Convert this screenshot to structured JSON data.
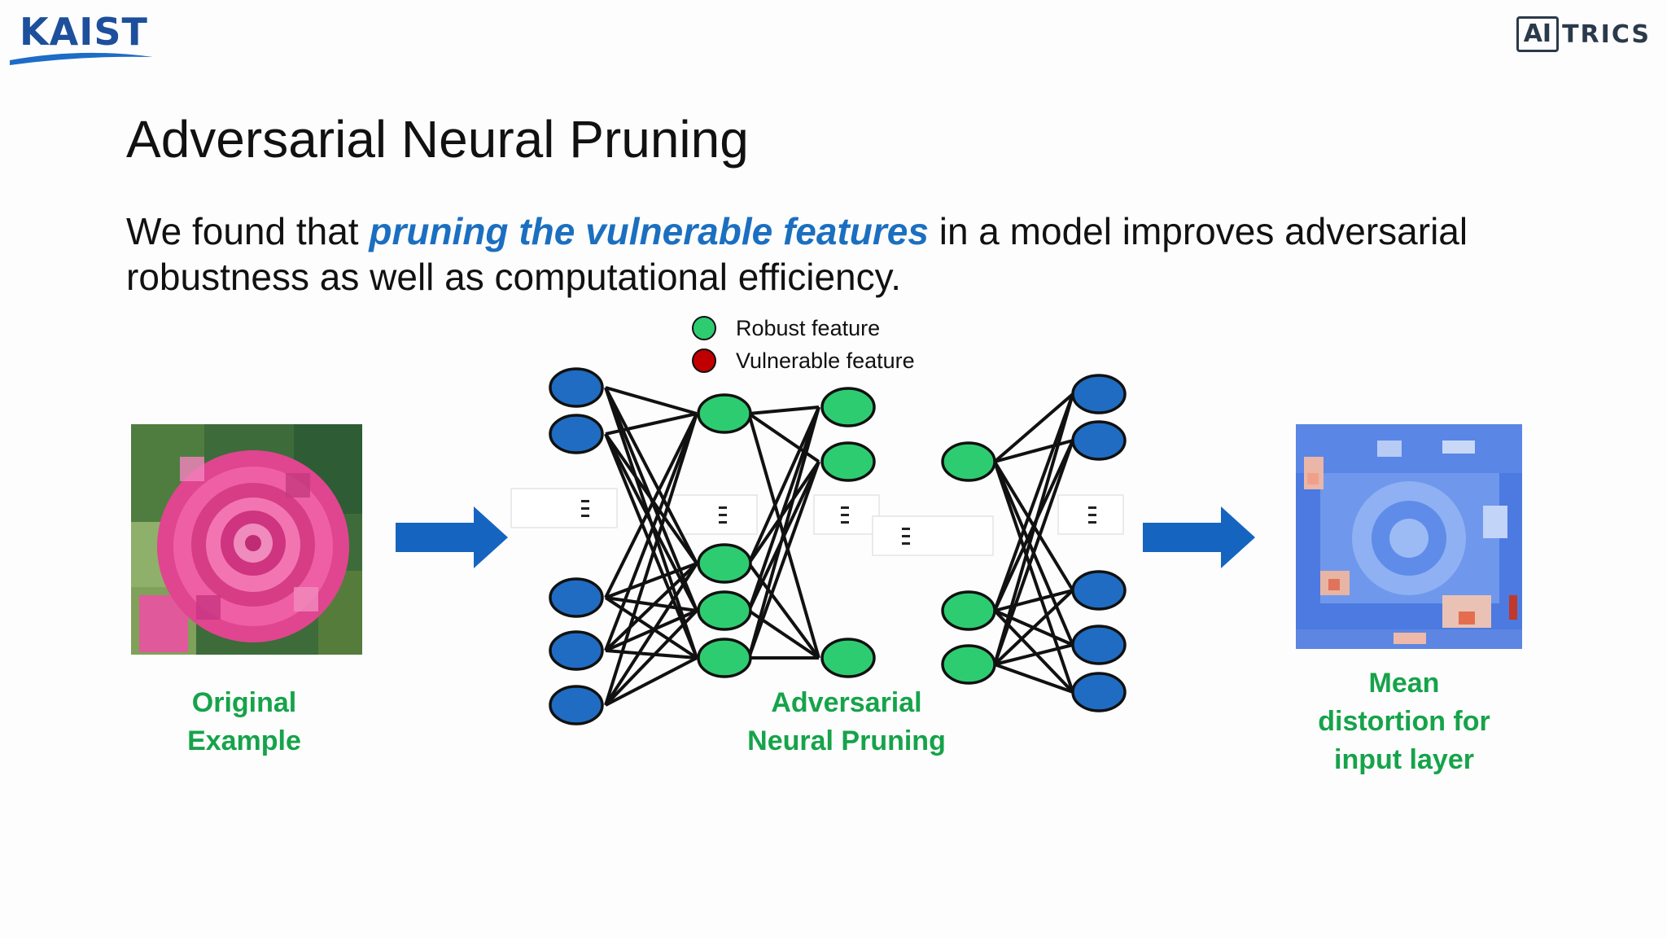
{
  "logos": {
    "left_text": "KAIST",
    "right_box": "AI",
    "right_rest": "TRICS"
  },
  "slide": {
    "title": "Adversarial Neural Pruning",
    "body_prefix": "We found that ",
    "body_highlight": "pruning the vulnerable features",
    "body_suffix": " in a model improves adversarial robustness as well as computational efficiency."
  },
  "legend": {
    "robust_label": "Robust feature",
    "vulnerable_label": "Vulnerable feature"
  },
  "captions": {
    "left_line1": "Original",
    "left_line2": "Example",
    "center_line1": "Adversarial",
    "center_line2": "Neural Pruning",
    "right_line1": "Mean",
    "right_line2": "distortion for",
    "right_line3": "input layer"
  },
  "colors": {
    "robust": "#2ecc71",
    "vulnerable": "#c00000",
    "neuron_blue": "#1f6cc2",
    "arrow_blue": "#1565c0",
    "caption_green": "#16a34a",
    "highlight_blue": "#1b6fc0"
  },
  "icons": {
    "ellipsis": "vertical-ellipsis-icon"
  }
}
